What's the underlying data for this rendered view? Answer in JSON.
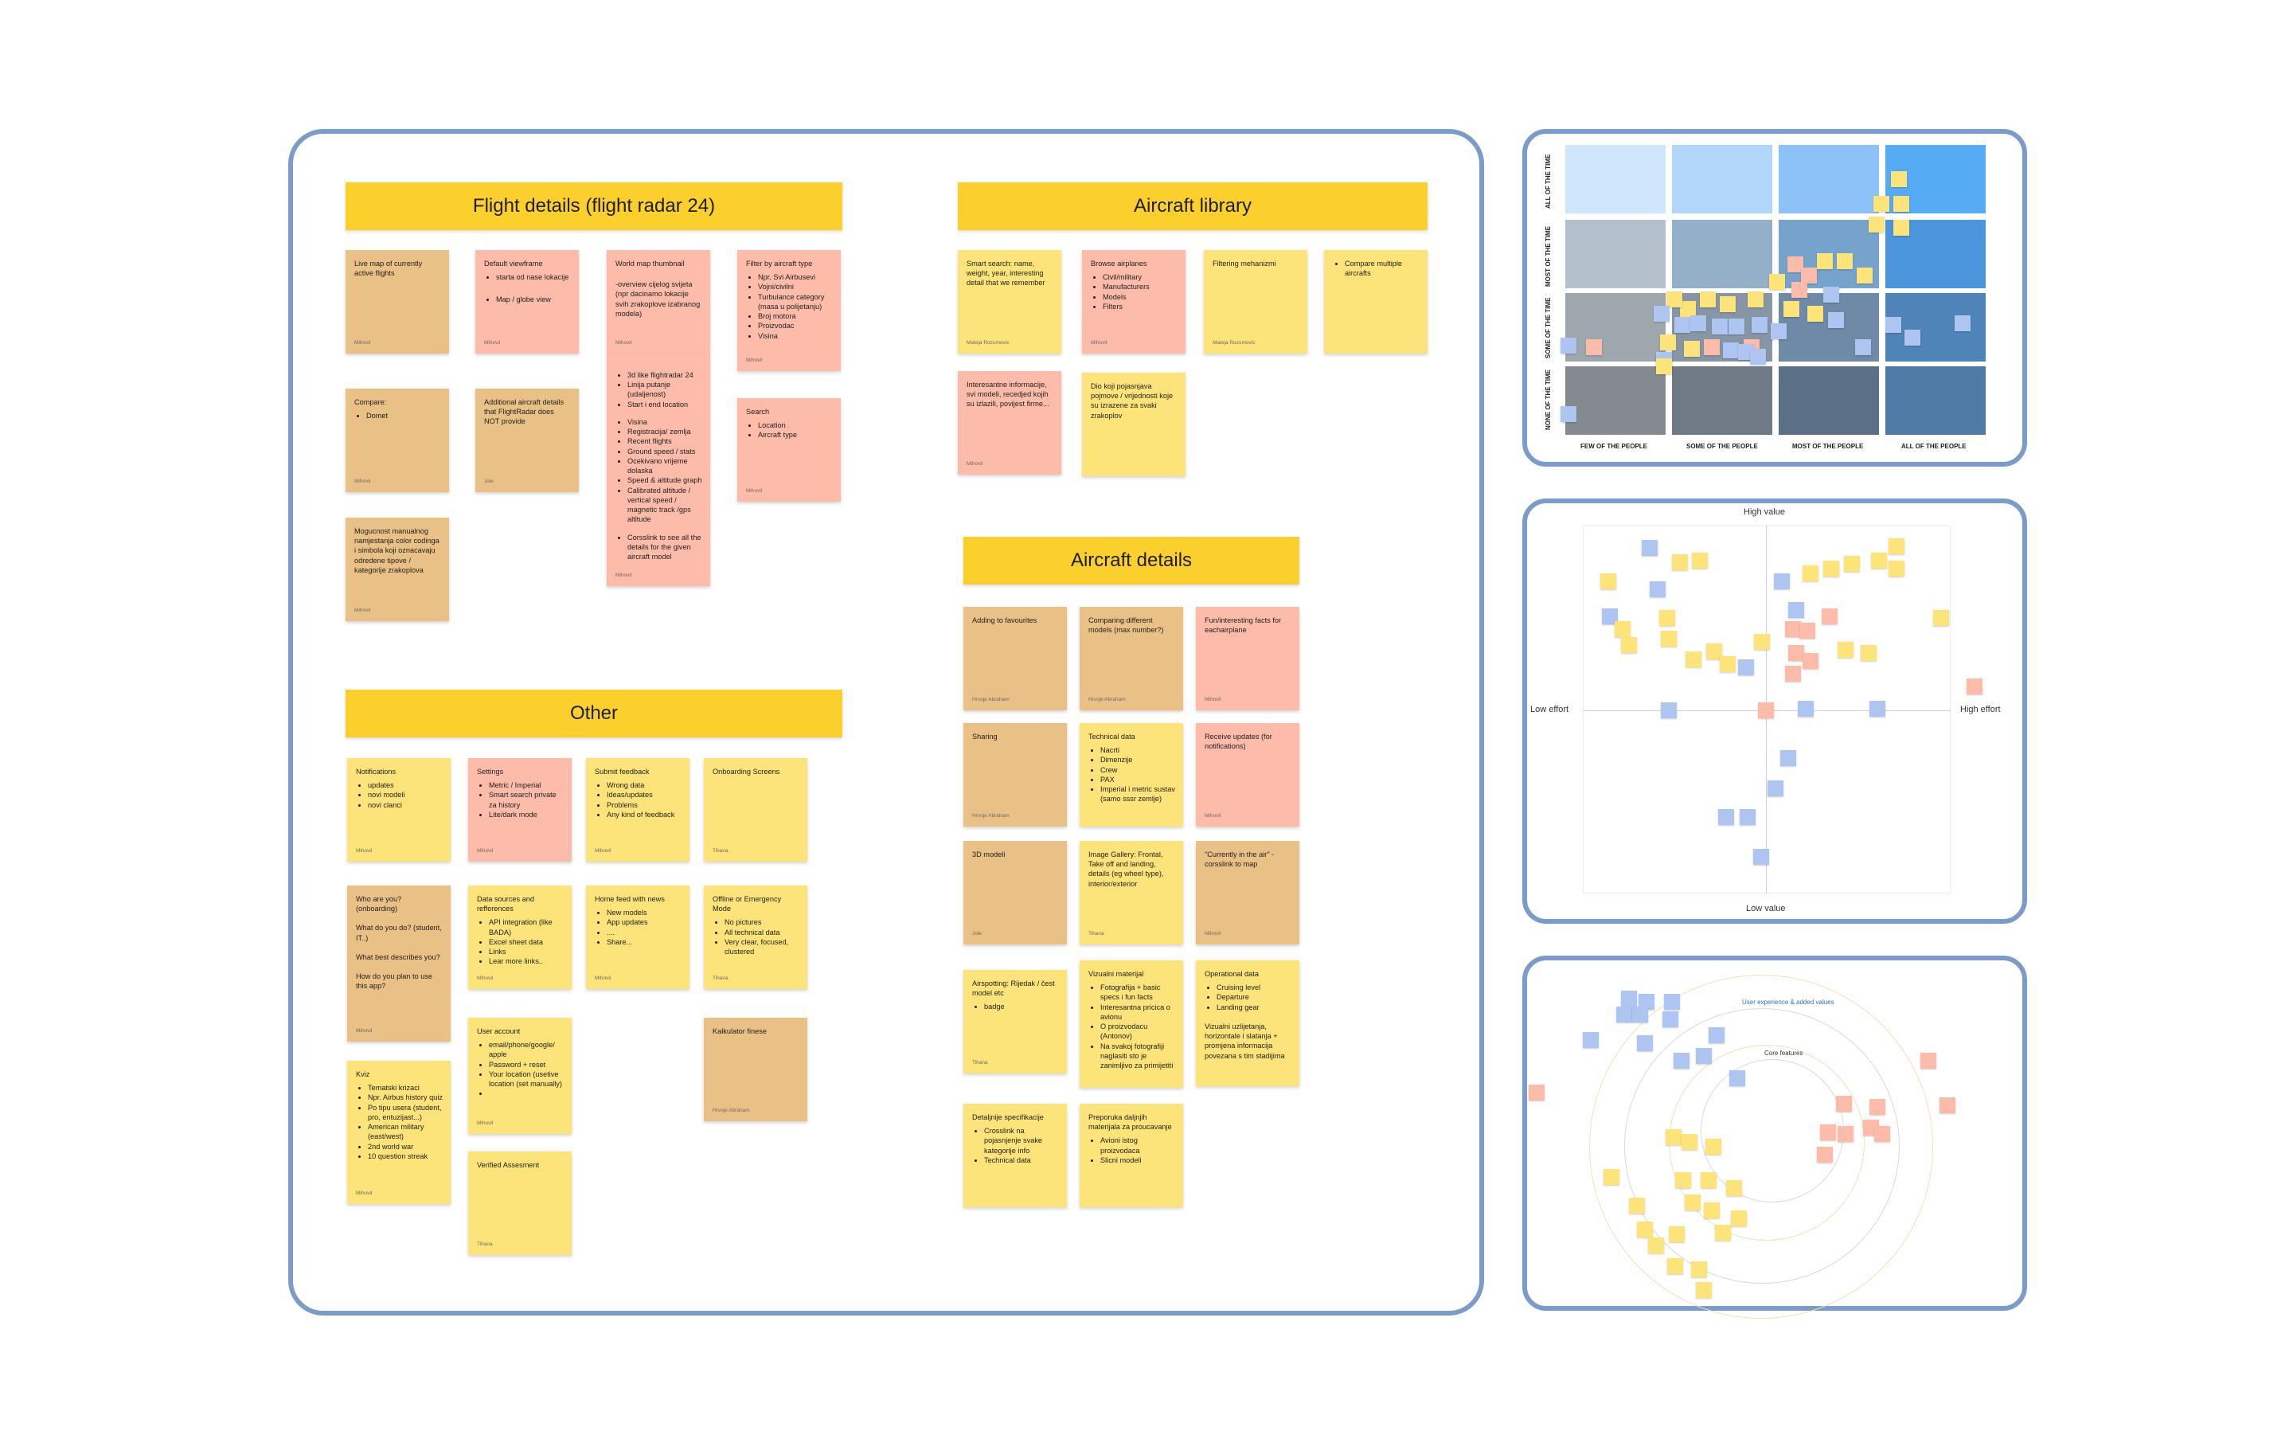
{
  "board": {
    "sections": {
      "flight": "Flight details (flight radar 24)",
      "library": "Aircraft library",
      "aircraft": "Aircraft details",
      "other": "Other"
    },
    "notes": {
      "live_map": {
        "title": "Live map of currently active flights",
        "author": "Mihovil"
      },
      "default_view": {
        "title": "Default viewframe",
        "items": [
          "starta od nase lokacije",
          "Map / globe view"
        ],
        "author": "Mihovil"
      },
      "world_map": {
        "title": "World map thumbnail",
        "para": "-overview cijelog svijeta (npr dacinamo lokacije svih zrakoplove izabranog modela)",
        "author": "Mihovil"
      },
      "filter_type": {
        "title": "Filter by aircraft type",
        "items": [
          "Npr. Svi Airbusevi",
          "Vojni/civilni",
          "Turbulance category (masa u polijetanju)",
          "Broj motora",
          "Proizvodac",
          "Visina"
        ],
        "author": "Mihovil"
      },
      "flightradar": {
        "items": [
          "3d like flightradar 24",
          "Linija putanje (udaljenost)",
          "Start i end location",
          "Visina",
          "Registracija/ zemlja",
          "Recent flights",
          "Ground speed / stats",
          "Ocekivano vrijeme dolaska",
          "Speed & altitude graph",
          "Calibrated altitude / vertical speed / magnetic track /gps altitude",
          "Corsslink to see all the details for the given aircraft model"
        ],
        "author": "Mihovil"
      },
      "compare": {
        "title": "Compare:",
        "items": [
          "Domet"
        ],
        "author": "Mihovil"
      },
      "additional": {
        "title": "Additional aircraft details that FlightRadar does NOT provide",
        "author": "Jole"
      },
      "search": {
        "title": "Search",
        "items": [
          "Location",
          "Aircraft type"
        ],
        "author": "Mihovil"
      },
      "color_coding": {
        "title": "Mogucnost manualnog namjestanja color codinga i simbola koji oznacavaju odredene tipove / kategorije zrakoplova",
        "author": "Mihovil"
      },
      "smart_search": {
        "title": "Smart search: name, weight, year, interesting detail that we remember",
        "author": "Mateja Rozumovic"
      },
      "browse": {
        "title": "Browse airplanes",
        "items": [
          "Civil/military",
          "Manufacturers",
          "Models",
          "Filters"
        ],
        "author": "Mihovil"
      },
      "filtering": {
        "title": "Filtering mehanizmi",
        "author": "Mateja Rozumovic"
      },
      "compare_multi": {
        "items": [
          "Compare multiple aircrafts"
        ]
      },
      "interesantne": {
        "title": "Interesantne informacije, svi modeli, recedjed kojih su izlazili, povijest firme...",
        "author": "Mihovil"
      },
      "pojmovi": {
        "title": "Dio koji pojasnjava pojmove / vrijednosti koje su izrazene za svaki zrakoplov"
      },
      "favourites": {
        "title": "Adding to favourites",
        "author": "Hrvoje Abraham"
      },
      "comparing": {
        "title": "Comparing different models (max number?)",
        "author": "Hrvoje Abraham"
      },
      "fun_facts": {
        "title": "Fun/interesting facts for eachairplane",
        "author": "Mihovil"
      },
      "sharing": {
        "title": "Sharing",
        "author": "Hrvoje Abraham"
      },
      "technical": {
        "title": "Technical data",
        "items": [
          "Nacrti",
          "Dimenzije",
          "Crew",
          "PAX",
          "Imperial i metric sustav (samo sssr zemlje)"
        ]
      },
      "receive": {
        "title": "Receive updates (for notifications)",
        "author": "Mihovil"
      },
      "models3d": {
        "title": "3D modeli",
        "author": "Jole"
      },
      "gallery": {
        "title": "Image Gallery: Frontal, Take off and landing, details (eg wheel type), interior/exterior",
        "author": "Tihana"
      },
      "currently": {
        "title": "\"Currently in the air\" - corsslink to map",
        "author": "Mihovil"
      },
      "airspotting": {
        "title": "Airspotting: Rijedak / čest model etc",
        "items": [
          "badge"
        ],
        "author": "Tihana"
      },
      "vizualni": {
        "title": "Vizualni materijal",
        "items": [
          "Fotografija + basic specs i fun facts",
          "Interesantna pricica o avionu",
          "O proizvodacu (Antonov)",
          "Na svakoj fotografiji naglasiti sto je zanimljivo za primijetiti"
        ]
      },
      "operational": {
        "title": "Operational data",
        "items": [
          "Cruising level",
          "Departure",
          "Landing gear"
        ],
        "para": "Vizualni uzlijetanja, horizontale i slatanja + promjena informacija povezana s tim stadijima"
      },
      "detaljnije": {
        "title": "Detaljnije specifikacije",
        "items": [
          "Crosslink na pojasnjenje svake kategorije info",
          "Technical data"
        ]
      },
      "preporuka": {
        "title": "Preporuka daljnjih materijala za proucavanje",
        "items": [
          "Avioni istog proizvodaca",
          "Slicni modeli"
        ]
      },
      "notifications": {
        "title": "Notifications",
        "items": [
          "updates",
          "novi modeli",
          "novi clanci"
        ],
        "author": "Mihovil"
      },
      "settings": {
        "title": "Settings",
        "items": [
          "Metric / Imperial",
          "Smart search private za history",
          "Lite/dark mode"
        ],
        "author": "Mihovil"
      },
      "feedback": {
        "title": "Submit feedback",
        "items": [
          "Wrong data",
          "Ideas/updates",
          "Problems",
          "Any kind of feedback"
        ],
        "author": "Mihovil"
      },
      "onboarding": {
        "title": "Onboarding Screens",
        "author": "Tihana"
      },
      "who_are_you": {
        "title": "Who are you? (onboarding)",
        "paras": [
          "What do you do? (student, IT..)",
          "What best describes you?",
          "How do you plan to use this app?"
        ],
        "author": "Mihovil"
      },
      "data_sources": {
        "title": "Data sources and refferences",
        "items": [
          "API integration (like BADA)",
          "Excel sheet data",
          "Links",
          "Lear more links.."
        ],
        "author": "Mihovil"
      },
      "home_feed": {
        "title": "Home feed with news",
        "items": [
          "New models",
          "App updates",
          "....",
          "Share..."
        ],
        "author": "Mihovil"
      },
      "offline": {
        "title": "Offline or Emergency Mode",
        "items": [
          "No pictures",
          "All technical data",
          "Very clear, focused, clustered"
        ],
        "author": "Tihana"
      },
      "kviz": {
        "title": "Kviz",
        "items": [
          "Tematski krizaci",
          "Npr. Airbus history quiz",
          "Po tipu usera (student, pro, entuzijast...)",
          "American military (east/west)",
          "2nd world war",
          "10 question streak"
        ],
        "author": "Mihovil"
      },
      "user_account": {
        "title": "User account",
        "items": [
          "email/phone/google/ apple",
          "Password + reset",
          "Your location (usetive location (set manually)",
          ""
        ],
        "author": "Mihovil"
      },
      "kalkulator": {
        "title": "Kalkulator finese",
        "author": "Hrvoje Abraham"
      },
      "verified": {
        "title": "Verified Assesment",
        "author": "Tihana"
      }
    }
  },
  "frequency_matrix": {
    "y_labels": [
      "ALL OF THE TIME",
      "MOST OF THE TIME",
      "SOME OF THE TIME",
      "NONE OF THE TIME"
    ],
    "x_labels": [
      "FEW OF THE PEOPLE",
      "SOME OF THE PEOPLE",
      "MOST OF THE PEOPLE",
      "ALL OF THE PEOPLE"
    ]
  },
  "value_effort": {
    "top": "High value",
    "bottom": "Low value",
    "left": "Low effort",
    "right": "High effort"
  },
  "rings": {
    "outer_label": "User experience & added values",
    "inner_label": "Core features"
  },
  "colors": {
    "frame": "#7b9cc9",
    "banner": "#fcd02c",
    "yellow": "#fde47a",
    "tan": "#e9c187",
    "pink": "#fdbcaa",
    "blue": "#adc5f0"
  }
}
